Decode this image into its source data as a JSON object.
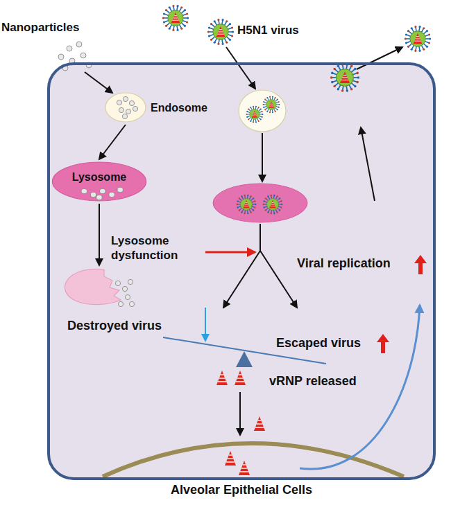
{
  "diagram": {
    "nodes": [
      {
        "text": [
          "Alveolar Epithelial Cells"
        ]
      },
      {
        "text": [
          "Endosome"
        ],
        "in": 0
      },
      {
        "text": [
          "Lysosome"
        ],
        "in": 0
      },
      {
        "text": [
          "Lysosome dysfunction"
        ],
        "in": 0
      }
    ],
    "edges": [
      {
        "from": 1,
        "to": 2,
        "arrow": "to"
      },
      {
        "from": 2,
        "to": 3,
        "arrow": "to"
      }
    ],
    "labels": [
      "Nanoparticles",
      "H5N1 virus",
      "Viral replication",
      "Destroyed virus",
      "Escaped virus",
      "vRNP released"
    ]
  }
}
